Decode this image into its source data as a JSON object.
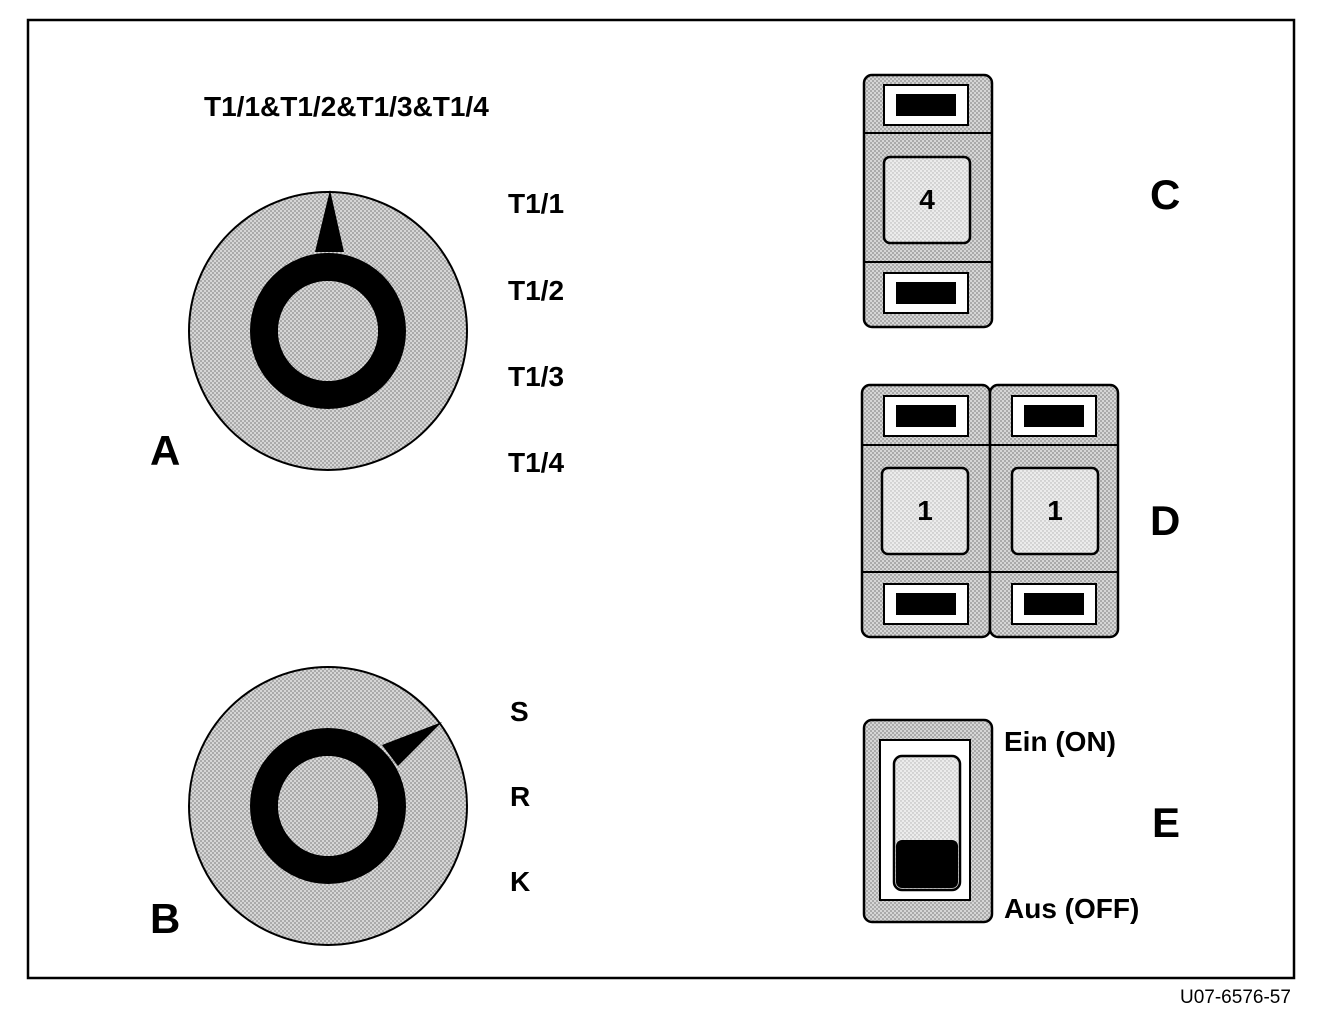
{
  "dial_a": {
    "title": "T1/1&T1/2&T1/3&T1/4",
    "positions": [
      "T1/1",
      "T1/2",
      "T1/3",
      "T1/4"
    ],
    "label": "A"
  },
  "dial_b": {
    "positions": [
      "S",
      "R",
      "K"
    ],
    "label": "B"
  },
  "switch_c": {
    "digit": "4",
    "label": "C"
  },
  "switch_d": {
    "digits": [
      "1",
      "1"
    ],
    "label": "D"
  },
  "switch_e": {
    "on_label": "Ein (ON)",
    "off_label": "Aus (OFF)",
    "label": "E",
    "state": "off"
  },
  "reference": "U07-6576-57",
  "colors": {
    "stipple": "#c8c8c8",
    "light_stipple": "#e0e0e0",
    "ink": "#000000"
  },
  "icons": {
    "knob": "rotary-knob-icon",
    "thumbwheel": "thumbwheel-switch-icon",
    "rocker": "rocker-switch-icon"
  }
}
